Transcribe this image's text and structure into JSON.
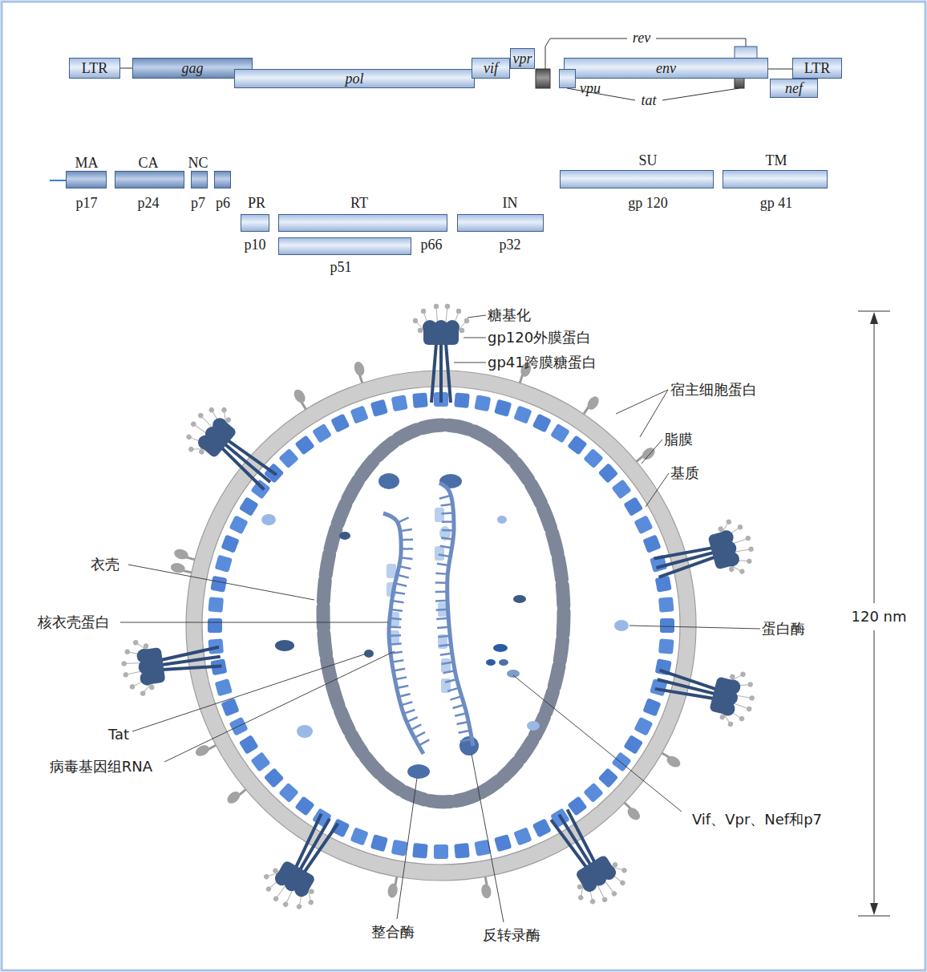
{
  "diagram": {
    "nodes": [
      {
        "text": [
          "LTR"
        ]
      },
      {
        "text": [
          "gag"
        ]
      },
      {
        "text": [
          "pol"
        ]
      },
      {
        "text": [
          "vif"
        ]
      },
      {
        "text": [
          "vpr"
        ]
      },
      {
        "text": [
          "vpu"
        ]
      },
      {
        "text": [
          "env"
        ]
      },
      {
        "text": [
          "LTR"
        ]
      },
      {
        "text": [
          "nef"
        ]
      },
      {
        "text": [
          "MA",
          "p17"
        ]
      },
      {
        "text": [
          "CA",
          "p24"
        ]
      },
      {
        "text": [
          "NC",
          "p7"
        ]
      },
      {
        "text": [
          "p6"
        ]
      },
      {
        "text": [
          "PR",
          "p10"
        ]
      },
      {
        "text": [
          "RT",
          "p66"
        ]
      },
      {
        "text": [
          "p51"
        ]
      },
      {
        "text": [
          "IN",
          "p32"
        ]
      },
      {
        "text": [
          "SU",
          "gp 120"
        ]
      },
      {
        "text": [
          "TM",
          "gp 41"
        ]
      }
    ],
    "labels": [
      "rev",
      "tat",
      "糖基化",
      "gp120外膜蛋白",
      "gp41跨膜糖蛋白",
      "宿主细胞蛋白",
      "脂膜",
      "基质",
      "衣壳",
      "核衣壳蛋白",
      "蛋白酶",
      "120 nm",
      "Tat",
      "病毒基因组RNA",
      "Vif、Vpr、Nef和p7",
      "整合酶",
      "反转录酶"
    ]
  }
}
